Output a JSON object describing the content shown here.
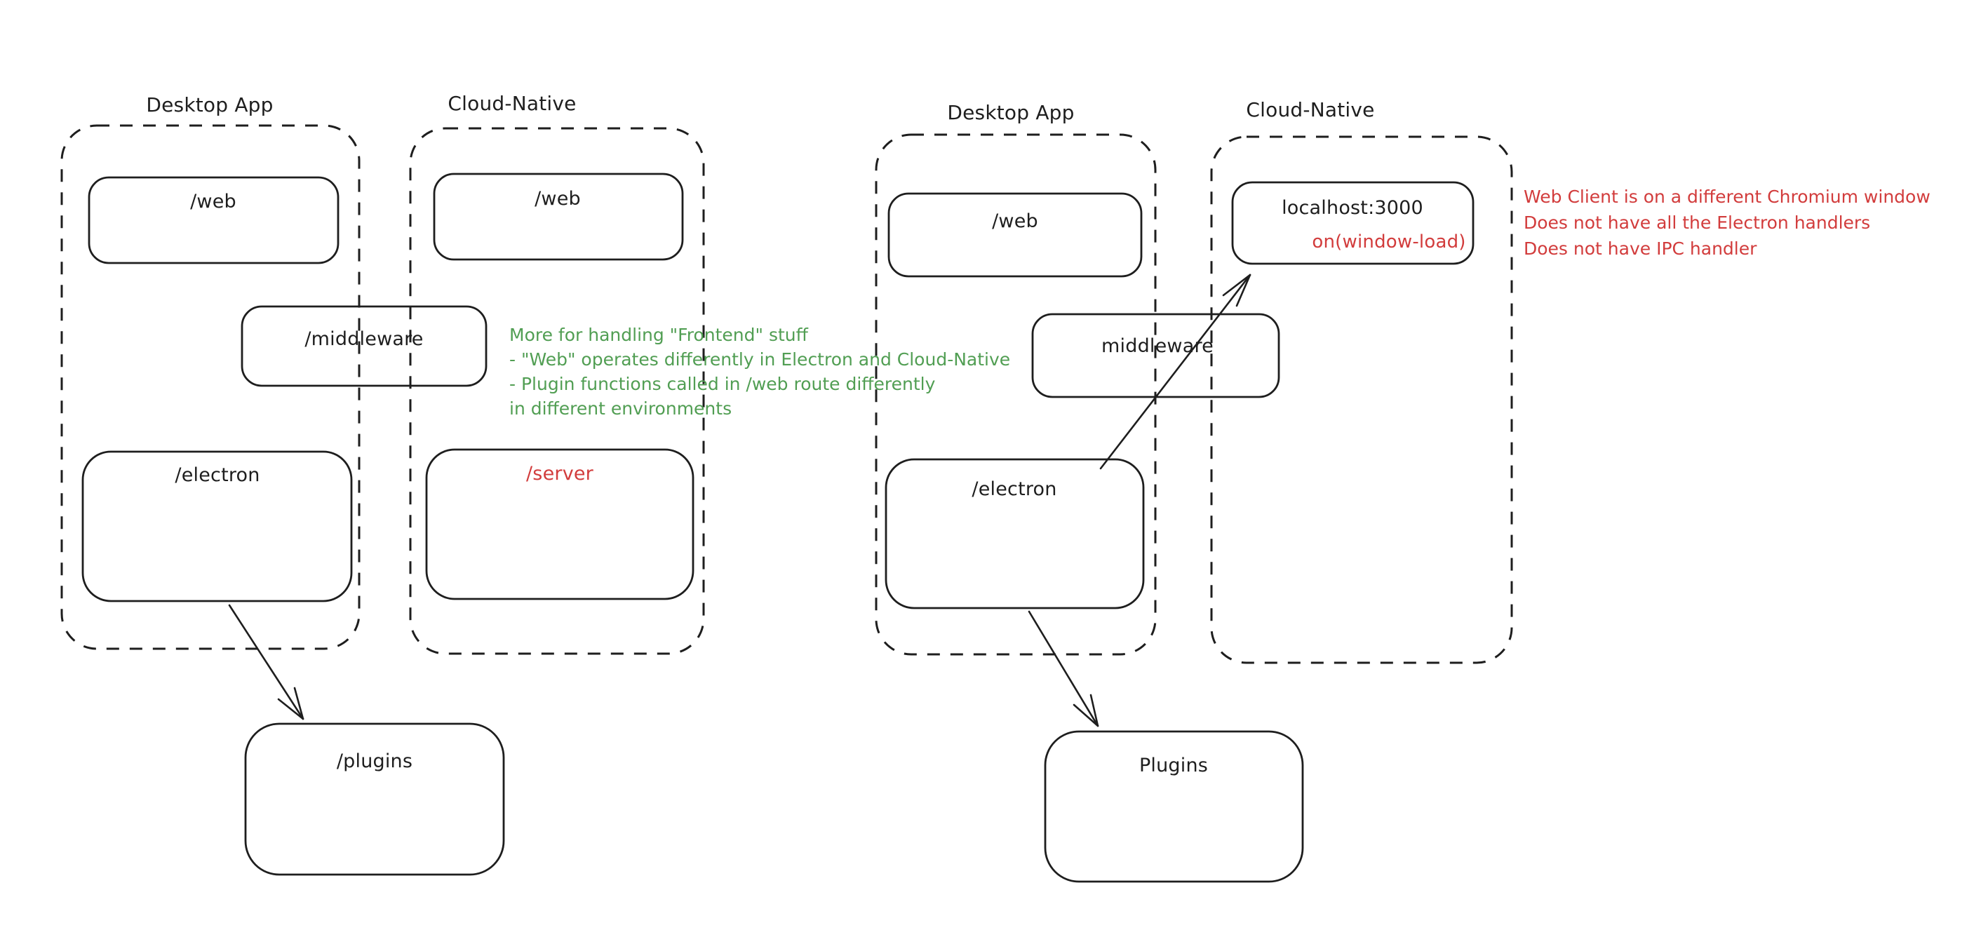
{
  "colors": {
    "stroke": "#1e1e1e",
    "green": "#519e53",
    "red": "#d23c3c",
    "background": "#ffffff"
  },
  "left_diagram": {
    "desktop_container_label": "Desktop App",
    "cloud_container_label": "Cloud-Native",
    "desktop_web_label": "/web",
    "cloud_web_label": "/web",
    "middleware_label": "/middleware",
    "electron_label": "/electron",
    "server_label": "/server",
    "plugins_label": "/plugins"
  },
  "right_diagram": {
    "desktop_container_label": "Desktop App",
    "cloud_container_label": "Cloud-Native",
    "desktop_web_label": "/web",
    "localhost_label": "localhost:3000",
    "window_load_label": "on(window-load)",
    "middleware_label": "middleware",
    "electron_label": "/electron",
    "plugins_label": "Plugins"
  },
  "annotations": {
    "middleware_note": {
      "color": "#519e53",
      "lines": [
        "More for handling \"Frontend\" stuff",
        "- \"Web\" operates differently in Electron and Cloud-Native",
        "- Plugin functions called in /web route differently",
        "in different environments"
      ]
    },
    "web_client_note": {
      "color": "#d23c3c",
      "lines": [
        "Web Client is on a different Chromium window",
        "Does not have all the Electron handlers",
        "Does not have IPC handler"
      ]
    }
  }
}
